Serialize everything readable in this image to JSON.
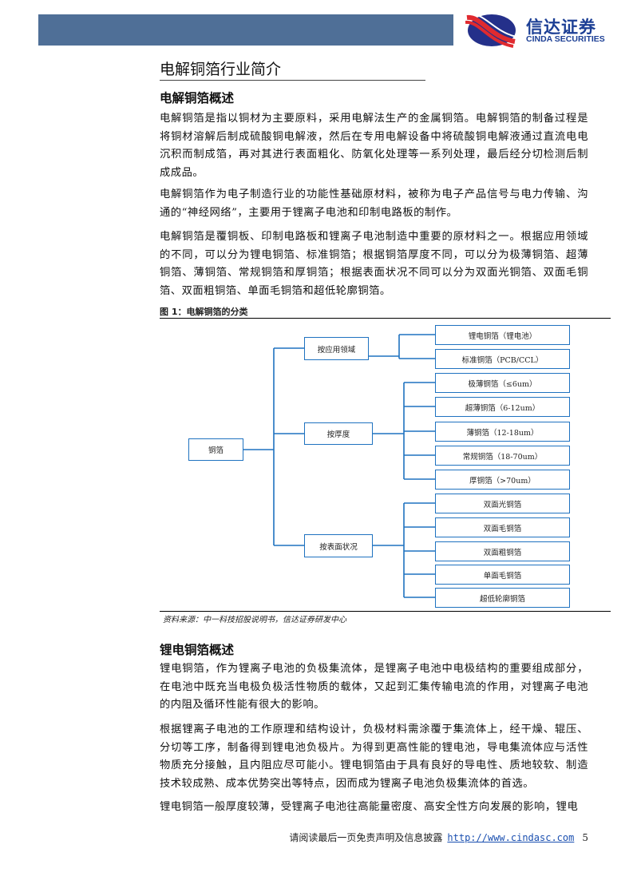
{
  "header": {
    "logo_cn": "信达证券",
    "logo_en": "CINDA SECURITIES",
    "bar_color": "#4f6f97",
    "brand_color": "#1c3f95"
  },
  "page_title": "电解铜箔行业简介",
  "section1": {
    "heading": "电解铜箔概述",
    "paragraphs": [
      "电解铜箔是指以铜材为主要原料，采用电解法生产的金属铜箔。电解铜箔的制备过程是将铜材溶解后制成硫酸铜电解液，然后在专用电解设备中将硫酸铜电解液通过直流电电沉积而制成箔，再对其进行表面粗化、防氧化处理等一系列处理，最后经分切检测后制成成品。",
      "电解铜箔作为电子制造行业的功能性基础原材料，被称为电子产品信号与电力传输、沟通的“神经网络”，主要用于锂离子电池和印制电路板的制作。",
      "电解铜箔是覆铜板、印制电路板和锂离子电池制造中重要的原材料之一。根据应用领域的不同，可以分为锂电铜箔、标准铜箔；根据铜箔厚度不同，可以分为极薄铜箔、超薄铜箔、薄铜箔、常规铜箔和厚铜箔；根据表面状况不同可以分为双面光铜箔、双面毛铜箔、双面粗铜箔、单面毛铜箔和超低轮廓铜箔。"
    ]
  },
  "figure": {
    "caption": "图 1：电解铜箔的分类",
    "root": "铜箔",
    "groups": [
      {
        "label": "按应用领域",
        "items": [
          "锂电铜箔（锂电池）",
          "标准铜箔（PCB/CCL）"
        ]
      },
      {
        "label": "按厚度",
        "items": [
          "极薄铜箔（≤6um）",
          "超薄铜箔（6-12um）",
          "薄铜箔（12-18um）",
          "常规铜箔（18-70um）",
          "厚铜箔（>70um）"
        ]
      },
      {
        "label": "按表面状况",
        "items": [
          "双面光铜箔",
          "双面毛铜箔",
          "双面粗铜箔",
          "单面毛铜箔",
          "超低轮廓铜箔"
        ]
      }
    ],
    "line_color": "#1f72c0",
    "source": "资料来源：中一科技招股说明书，信达证券研发中心"
  },
  "section2": {
    "heading": "锂电铜箔概述",
    "paragraphs": [
      "锂电铜箔，作为锂离子电池的负极集流体，是锂离子电池中电极结构的重要组成部分，在电池中既充当电极负极活性物质的载体，又起到汇集传输电流的作用，对锂离子电池的内阻及循环性能有很大的影响。",
      "根据锂离子电池的工作原理和结构设计，负极材料需涂覆于集流体上，经干燥、辊压、分切等工序，制备得到锂电池负极片。为得到更高性能的锂电池，导电集流体应与活性物质充分接触，且内阻应尽可能小。锂电铜箔由于具有良好的导电性、质地较软、制造技术较成熟、成本优势突出等特点，因而成为锂离子电池负极集流体的首选。",
      "锂电铜箔一般厚度较薄，受锂离子电池往高能量密度、高安全性方向发展的影响，锂电"
    ]
  },
  "footer": {
    "disclaimer": "请阅读最后一页免责声明及信息披露",
    "url": "http://www.cindasc.com",
    "page": "5"
  }
}
